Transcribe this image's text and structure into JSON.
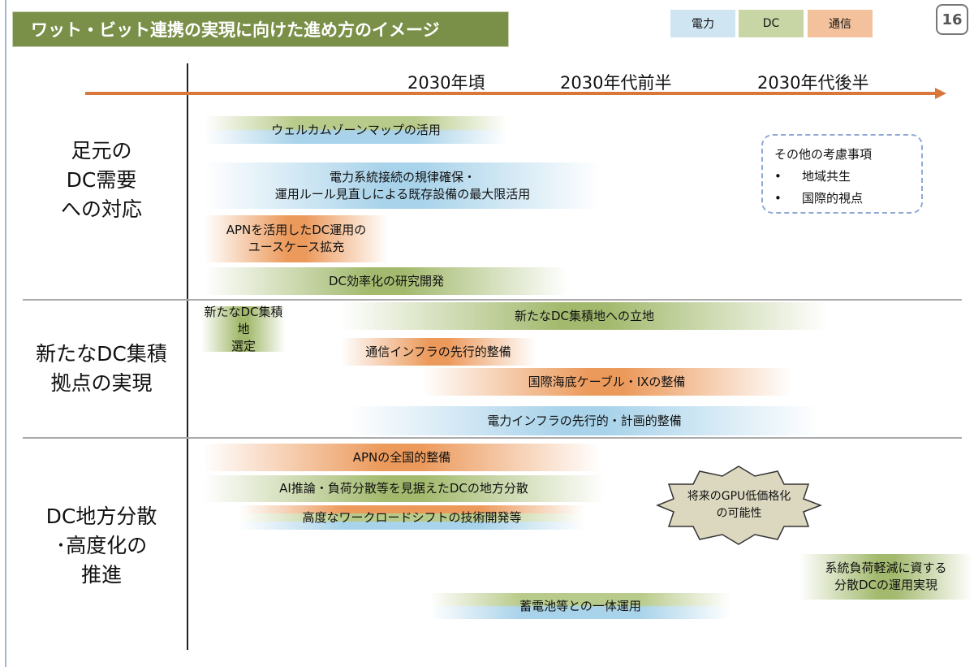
{
  "title": "ワット・ビット連携の実現に向けた進め方のイメージ",
  "legend": {
    "power": "電力",
    "dc": "DC",
    "telecom": "通信"
  },
  "page_number": "16",
  "colors": {
    "power": "#a9d3ea",
    "dc": "#a3ba6e",
    "telecom": "#ec9a5c",
    "title_bg": "#7a8f47",
    "arrow": "#d9773b"
  },
  "timeline": [
    "2030年頃",
    "2030年代前半",
    "2030年代後半"
  ],
  "sections": [
    {
      "label": [
        "足元の",
        "DC需要",
        "への対応"
      ]
    },
    {
      "label": [
        "新たなDC集積",
        "拠点の実現"
      ]
    },
    {
      "label": [
        "DC地方分散",
        "･高度化の",
        "推進"
      ]
    }
  ],
  "items": {
    "welcome_zone": "ウェルカムゾーンマップの活用",
    "grid_rules": [
      "電力系統接続の規律確保・",
      "運用ルール見直しによる既存設備の最大限活用"
    ],
    "apn_usecase": [
      "APNを活用したDC運用の",
      "ユースケース拡充"
    ],
    "dc_efficiency": "DC効率化の研究開発",
    "new_site_select": [
      "新たなDC集積地",
      "選定"
    ],
    "new_site_location": "新たなDC集積地への立地",
    "telecom_infra": "通信インフラの先行的整備",
    "submarine_cable": "国際海底ケーブル・IXの整備",
    "power_infra": "電力インフラの先行的・計画的整備",
    "apn_national": "APNの全国的整備",
    "ai_inference": "AI推論・負荷分散等を見据えたDCの地方分散",
    "workload_shift": "高度なワークロードシフトの技術開発等",
    "gpu_price": [
      "将来のGPU低価格化",
      "の可能性"
    ],
    "distributed_dc": [
      "系統負荷軽減に資する",
      "分散DCの運用実現"
    ],
    "battery": "蓄電池等との一体運用"
  },
  "other_considerations": {
    "title": "その他の考慮事項",
    "bullets": [
      "地域共生",
      "国際的視点"
    ]
  }
}
